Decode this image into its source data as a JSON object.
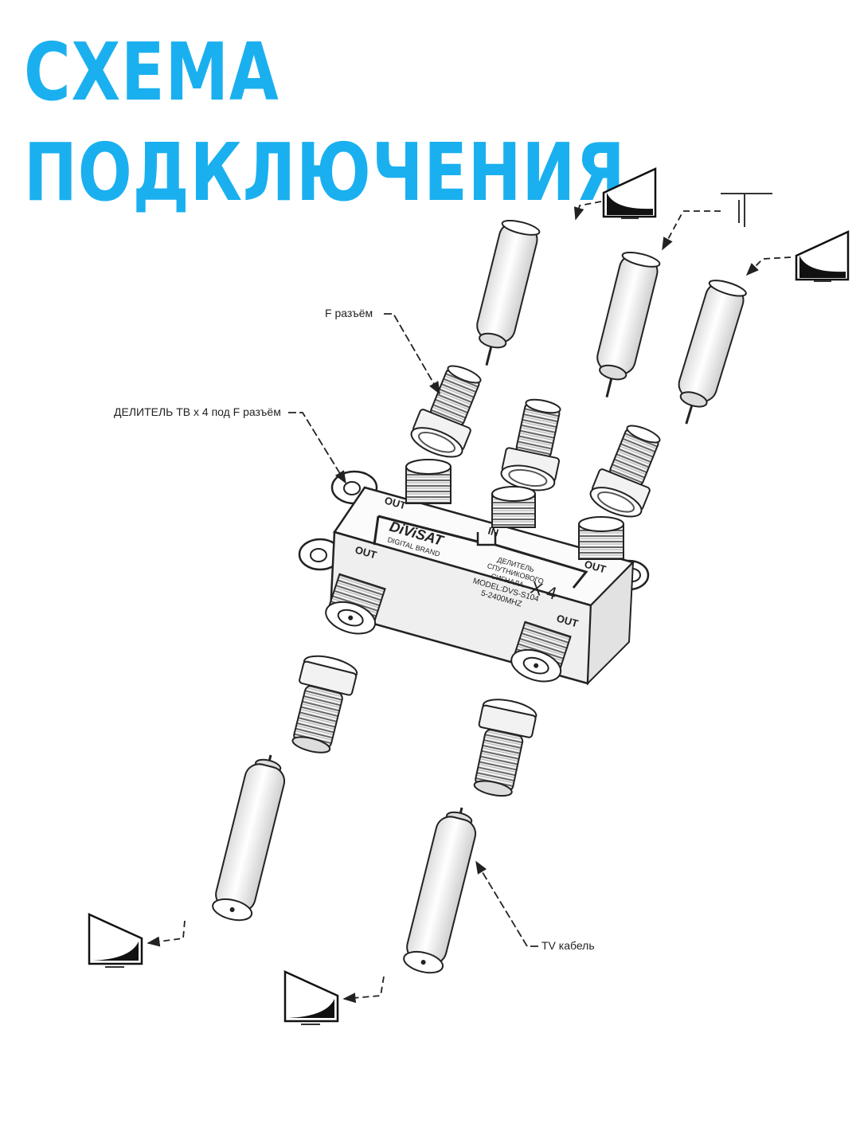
{
  "title": {
    "line1": "СХЕМА",
    "line2": "ПОДКЛЮЧЕНИЯ"
  },
  "callouts": {
    "f_connector": "F разъём",
    "splitter": "ДЕЛИТЕЛЬ ТВ х 4 под F разъём",
    "tv_cable": "TV кабель"
  },
  "device": {
    "brand": "DiViSAT",
    "brand_sub": "DIGITAL BRAND",
    "in_label": "IN",
    "out_label": "OUT",
    "desc_line1": "ДЕЛИТЕЛЬ",
    "desc_line2": "СПУТНИКОВОГО",
    "desc_line3": "СИГНАЛА",
    "model": "MODEL:DVS-S104",
    "freq": "5-2400MHZ",
    "ratio": "X 4"
  },
  "icons": {
    "tv": "tv-icon",
    "antenna": "antenna-icon"
  },
  "colors": {
    "title": "#1ab0ef",
    "line": "#222222"
  }
}
